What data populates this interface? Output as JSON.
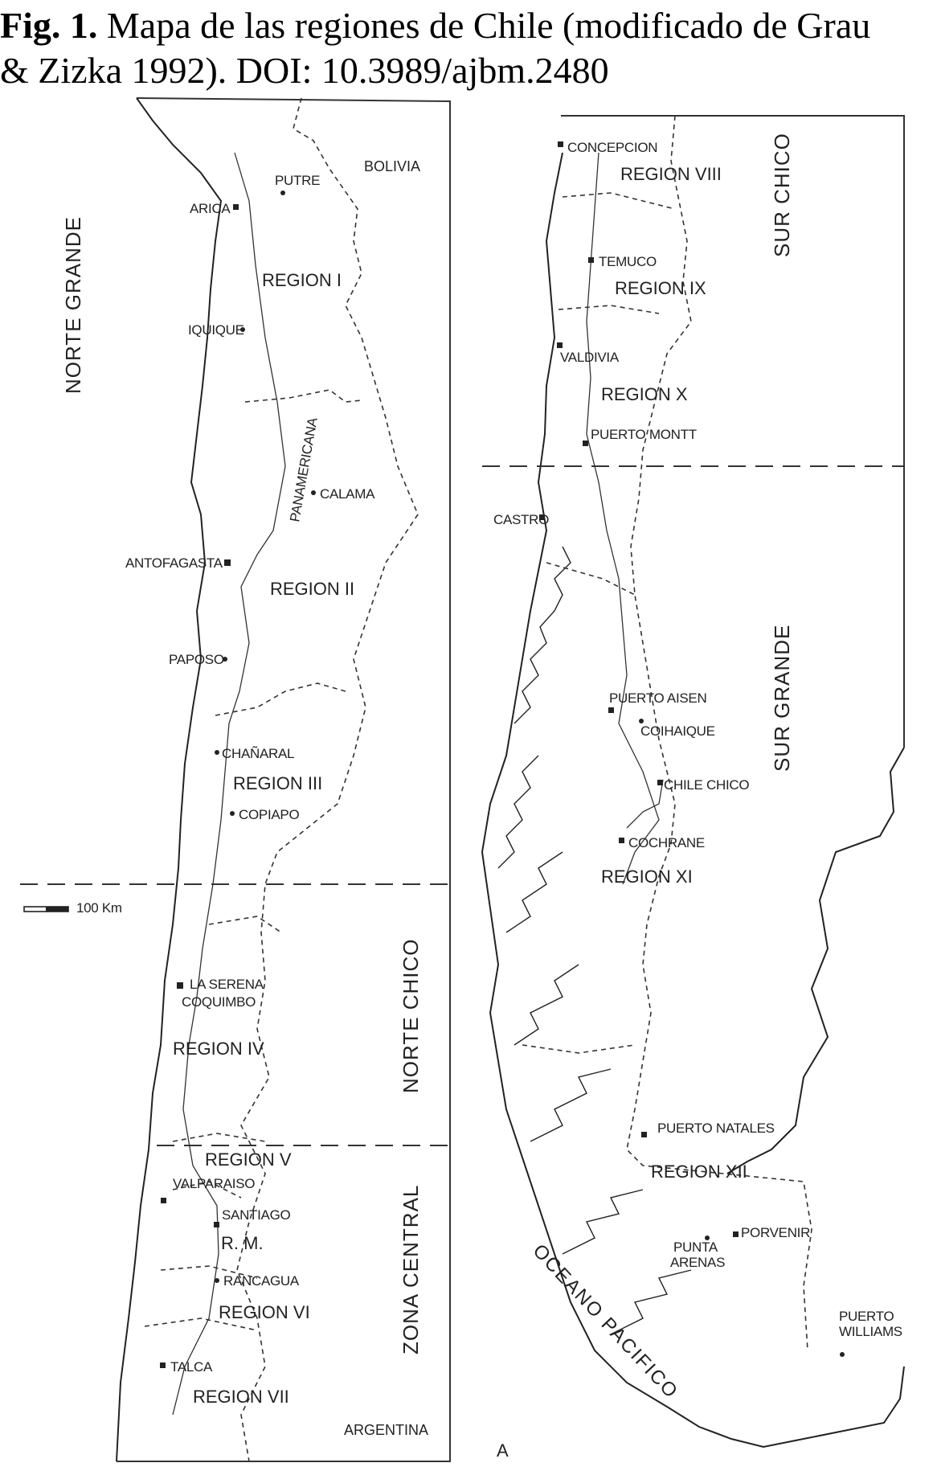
{
  "caption": {
    "fig_label": "Fig. 1.",
    "line1": " Mapa de las regiones de Chile (modificado de Grau",
    "line2": "& Zizka 1992). DOI: 10.3989/ajbm.2480"
  },
  "map": {
    "countries": {
      "bolivia": "BOLIVIA",
      "argentina": "ARGENTINA"
    },
    "ocean": "OCEANO PACIFICO",
    "panel_letter": "A",
    "road": "PANAMERICANA",
    "scale": "100 Km",
    "zones": {
      "norte_grande": "NORTE GRANDE",
      "norte_chico": "NORTE CHICO",
      "zona_central": "ZONA CENTRAL",
      "sur_chico": "SUR CHICO",
      "sur_grande": "SUR GRANDE"
    },
    "regions": {
      "r1": "REGION I",
      "r2": "REGION II",
      "r3": "REGION III",
      "r4": "REGION IV",
      "r5": "REGION V",
      "rm": "R. M.",
      "r6": "REGION VI",
      "r7": "REGION VII",
      "r8": "REGION VIII",
      "r9": "REGION IX",
      "r10": "REGION X",
      "r11": "REGION XI",
      "r12": "REGION XII"
    },
    "cities": {
      "putre": "PUTRE",
      "arica": "ARICA",
      "iquique": "IQUIQUE",
      "calama": "CALAMA",
      "antofagasta": "ANTOFAGASTA",
      "paposo": "PAPOSO",
      "chanaral": "CHAÑARAL",
      "copiapo": "COPIAPO",
      "la_serena": "LA SERENA",
      "coquimbo": "COQUIMBO",
      "valparaiso": "VALPARAISO",
      "santiago": "SANTIAGO",
      "rancagua": "RANCAGUA",
      "talca": "TALCA",
      "concepcion": "CONCEPCION",
      "temuco": "TEMUCO",
      "valdivia": "VALDIVIA",
      "puerto_montt": "PUERTO MONTT",
      "castro": "CASTRO",
      "puerto_aisen": "PUERTO AISEN",
      "coihaique": "COIHAIQUE",
      "chile_chico": "CHILE CHICO",
      "cochrane": "COCHRANE",
      "puerto_natales": "PUERTO NATALES",
      "porvenir": "PORVENIR",
      "punta_arenas_1": "PUNTA",
      "punta_arenas_2": "ARENAS",
      "puerto_williams_1": "PUERTO",
      "puerto_williams_2": "WILLIAMS"
    }
  }
}
